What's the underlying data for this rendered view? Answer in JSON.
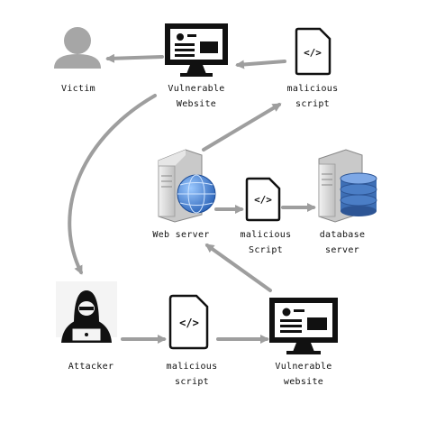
{
  "diagram": {
    "nodes": {
      "victim": {
        "lines": [
          "Victim"
        ]
      },
      "vuln_site_top": {
        "lines": [
          "Vulnerable",
          "Website"
        ]
      },
      "script_top": {
        "lines": [
          "malicious",
          "script"
        ]
      },
      "web_server": {
        "lines": [
          "Web server"
        ]
      },
      "script_mid": {
        "lines": [
          "malicious",
          "Script"
        ]
      },
      "database_server": {
        "lines": [
          "database",
          "server"
        ]
      },
      "attacker": {
        "lines": [
          "Attacker"
        ]
      },
      "script_bottom": {
        "lines": [
          "malicious",
          "script"
        ]
      },
      "vuln_site_bottom": {
        "lines": [
          "Vulnerable",
          "website"
        ]
      }
    },
    "edges": [
      {
        "from": "script_top",
        "to": "vuln_site_top"
      },
      {
        "from": "vuln_site_top",
        "to": "victim"
      },
      {
        "from": "vuln_site_top",
        "to": "attacker"
      },
      {
        "from": "attacker",
        "to": "script_bottom"
      },
      {
        "from": "script_bottom",
        "to": "vuln_site_bottom"
      },
      {
        "from": "vuln_site_bottom",
        "to": "web_server"
      },
      {
        "from": "web_server",
        "to": "script_mid"
      },
      {
        "from": "script_mid",
        "to": "database_server"
      },
      {
        "from": "web_server",
        "to": "script_top"
      }
    ],
    "colors": {
      "arrow": "#9e9e9e",
      "person": "#a6a6a6",
      "monitor": "#111111",
      "server": "#d9d9d9",
      "globe": "#2f6fc9",
      "database": "#3e6fb5"
    },
    "icons": {
      "victim": "person-icon",
      "vuln_site_top": "monitor-webpage-icon",
      "script_top": "script-file-icon",
      "web_server": "web-server-globe-icon",
      "script_mid": "script-file-icon",
      "database_server": "database-server-icon",
      "attacker": "hacker-hooded-icon",
      "script_bottom": "script-file-icon",
      "vuln_site_bottom": "monitor-webpage-icon"
    }
  }
}
